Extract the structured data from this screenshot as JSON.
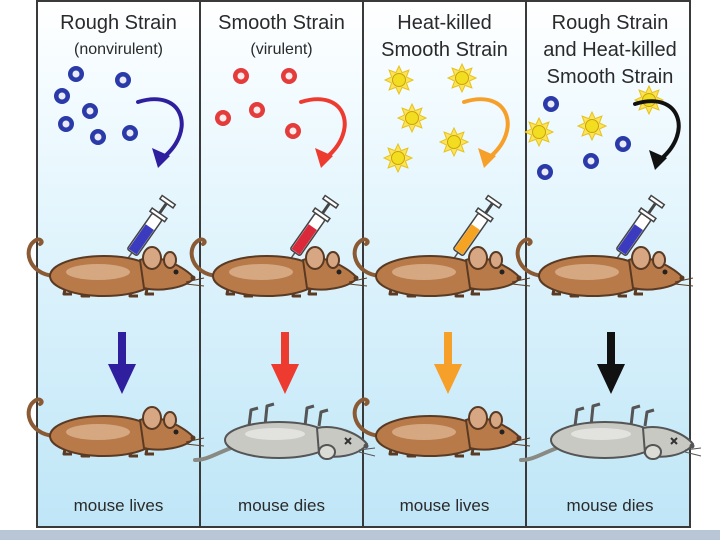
{
  "panels": [
    {
      "title_line1": "Rough Strain",
      "title_line2": "(nonvirulent)",
      "title_line3": "",
      "caption": "mouse lives",
      "cell_type": "rough",
      "syringe_fill": "#3b3bbf",
      "arrow_color": "#2f1f9e",
      "outcome": "lives"
    },
    {
      "title_line1": "Smooth Strain",
      "title_line2": "(virulent)",
      "title_line3": "",
      "caption": "mouse dies",
      "cell_type": "smooth",
      "syringe_fill": "#d9293a",
      "arrow_color": "#ee3b30",
      "outcome": "dies"
    },
    {
      "title_line1": "Heat-killed",
      "title_line2": "Smooth Strain",
      "title_line3": "",
      "caption": "mouse lives",
      "cell_type": "heat-killed",
      "syringe_fill": "#f5a323",
      "arrow_color": "#f6a02a",
      "outcome": "lives"
    },
    {
      "title_line1": "Rough Strain",
      "title_line2": "and Heat-killed",
      "title_line3": "Smooth Strain",
      "caption": "mouse dies",
      "cell_type": "mixed",
      "syringe_fill": "#3b3bbf",
      "arrow_color": "#111111",
      "outcome": "dies"
    }
  ],
  "colors": {
    "rough_cell": "#2a3aa8",
    "smooth_cell": "#e43b3b",
    "heat_killed_cell": "#f3dd20",
    "live_mouse": "#b97a4a",
    "dead_mouse": "#c9c9c4"
  }
}
